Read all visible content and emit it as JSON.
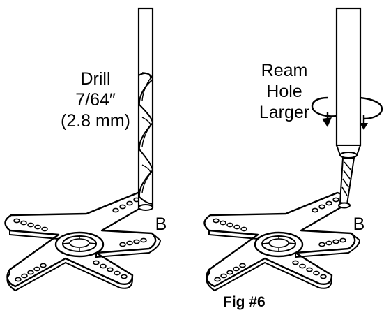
{
  "left_panel": {
    "label_line1": "Drill",
    "label_line2": "7/64″",
    "label_line3": "(2.8 mm)",
    "point_label": "B",
    "tool_icon": "drill-bit-icon",
    "part_icon": "servo-arm-icon"
  },
  "right_panel": {
    "label_line1": "Ream",
    "label_line2": "Hole",
    "label_line3": "Larger",
    "point_label": "B",
    "tool_icon": "reamer-icon",
    "part_icon": "servo-arm-icon",
    "rotation_icon": "rotation-arrow-icon"
  },
  "caption": "Fig #6"
}
